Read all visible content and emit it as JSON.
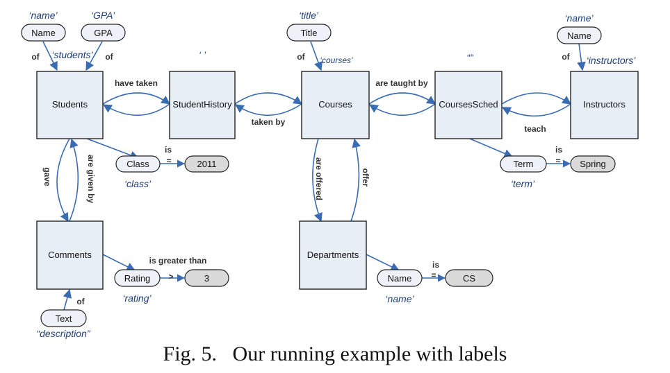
{
  "entities": {
    "students": "Students",
    "student_history": "StudentHistory",
    "courses": "Courses",
    "courses_sched": "CoursesSched",
    "instructors": "Instructors",
    "comments": "Comments",
    "departments": "Departments"
  },
  "attributes": {
    "students_name": "Name",
    "students_gpa": "GPA",
    "courses_title": "Title",
    "instructors_name": "Name",
    "class": "Class",
    "term": "Term",
    "rating": "Rating",
    "comment_text": "Text",
    "dept_name": "Name"
  },
  "values": {
    "class": "2011",
    "term": "Spring",
    "rating": "3",
    "dept_name": "CS"
  },
  "relations": {
    "have_taken": "have taken",
    "taken_by": "taken by",
    "are_taught_by": "are taught by",
    "teach": "teach",
    "gave": "gave",
    "are_given_by": "are given by",
    "are_offered": "are offered",
    "offer": "offer",
    "is_class": "is",
    "is_term": "is",
    "is_dept": "is",
    "is_greater_than": "is greater than",
    "eq": "=",
    "gt": ">",
    "of": "of"
  },
  "labels": {
    "name_students": "‘name’",
    "gpa": "‘GPA’",
    "students": "‘students’",
    "title": "‘title’",
    "courses": "‘courses’",
    "name_instructors": "‘name’",
    "instructors": "‘instructors’",
    "class": "‘class’",
    "term": "‘term’",
    "rating": "‘rating’",
    "description": "“description”",
    "name_dept": "‘name’",
    "history_empty": "‘ ’",
    "sched_empty": "“”"
  },
  "caption": {
    "fig": "Fig. 5.",
    "text": "Our running example with labels"
  },
  "colors": {
    "entity_fill": "#e8eef6",
    "pill_fill": "#eef2f8",
    "value_fill": "#dadada",
    "edge": "#3a6cb3",
    "label": "#1f3f7a"
  }
}
